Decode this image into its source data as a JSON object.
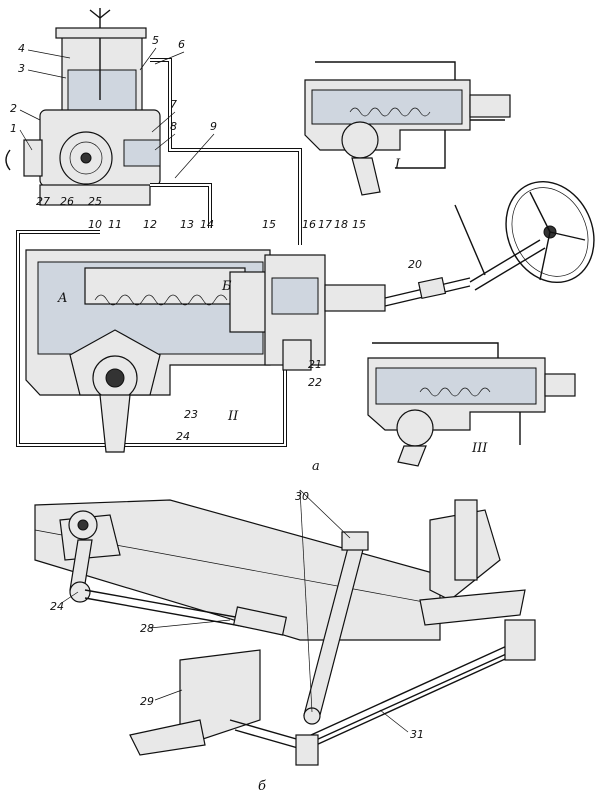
{
  "figure": {
    "part_a_label": "а",
    "part_b_label": "б",
    "view_labels": [
      "I",
      "II",
      "III"
    ],
    "chamber_labels": [
      "A",
      "Б"
    ],
    "callouts_top": [
      "1",
      "2",
      "3",
      "4",
      "5",
      "6",
      "7",
      "8",
      "9",
      "10",
      "11",
      "12",
      "13",
      "14",
      "15",
      "16",
      "17",
      "18",
      "15",
      "20",
      "21",
      "22",
      "23",
      "24",
      "25",
      "26",
      "27"
    ],
    "callouts_bottom": [
      "24",
      "28",
      "29",
      "30",
      "31"
    ]
  }
}
